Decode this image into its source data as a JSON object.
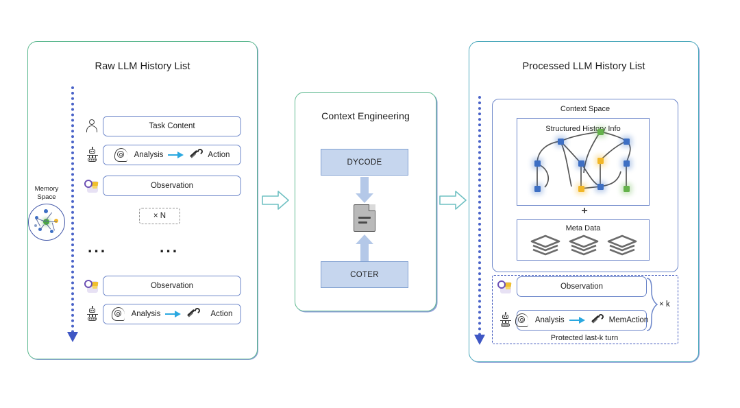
{
  "diagram": {
    "title": "Context Engineering pipeline for LLM history compression",
    "colors": {
      "panel_border_green": "#5cb88f",
      "panel_border_teal": "#4aa8bb",
      "box_border_blue": "#6b85c9",
      "timeline_dots": "#4a63c8",
      "block_fill_blue": "#c6d6ee",
      "arrow_teal": "#6fc0c2",
      "node_blue": "#3d6fc4",
      "node_yellow": "#f2b728",
      "node_green": "#64b24a"
    }
  },
  "left_panel": {
    "title": "Raw LLM History List",
    "memory": {
      "line1": "Memory",
      "line2": "Space",
      "icon": "memory-graph-icon"
    },
    "rows": [
      {
        "actor_icon": "person-icon",
        "label": "Task Content",
        "type": "plain"
      },
      {
        "actor_icon": "robot-icon",
        "label_a": "Analysis",
        "label_b": "Action",
        "type": "analysis-action"
      },
      {
        "actor_icon": "observation-icon",
        "label": "Observation",
        "type": "plain"
      }
    ],
    "repeat_chip": "× N",
    "ellipsis_left": "...",
    "ellipsis_right": "...",
    "rows_tail": [
      {
        "actor_icon": "observation-icon",
        "label": "Observation",
        "type": "plain"
      },
      {
        "actor_icon": "robot-icon",
        "label_a": "Analysis",
        "label_b": "Action",
        "type": "analysis-action"
      }
    ]
  },
  "middle_panel": {
    "title": "Context Engineering",
    "top_block": "DYCODE",
    "bottom_block": "COTER",
    "center_icon": "document-icon"
  },
  "right_panel": {
    "title": "Processed LLM History List",
    "context_space": {
      "label": "Context Space",
      "structured": {
        "label": "Structured History Info",
        "icon": "knowledge-graph-icon"
      },
      "plus": "+",
      "meta": {
        "label": "Meta Data",
        "icons": [
          "layers-stack-icon",
          "layers-stack-icon",
          "layers-stack-icon"
        ]
      }
    },
    "protected": {
      "rows": [
        {
          "actor_icon": "observation-icon",
          "label": "Observation",
          "type": "plain"
        },
        {
          "actor_icon": "robot-icon",
          "label_a": "Analysis",
          "label_b": "MemAction",
          "type": "analysis-action"
        }
      ],
      "multiplier": "× k",
      "caption": "Protected last-k turn"
    }
  },
  "connectors": {
    "arrow1": "right-arrow-icon",
    "arrow2": "right-arrow-icon"
  }
}
